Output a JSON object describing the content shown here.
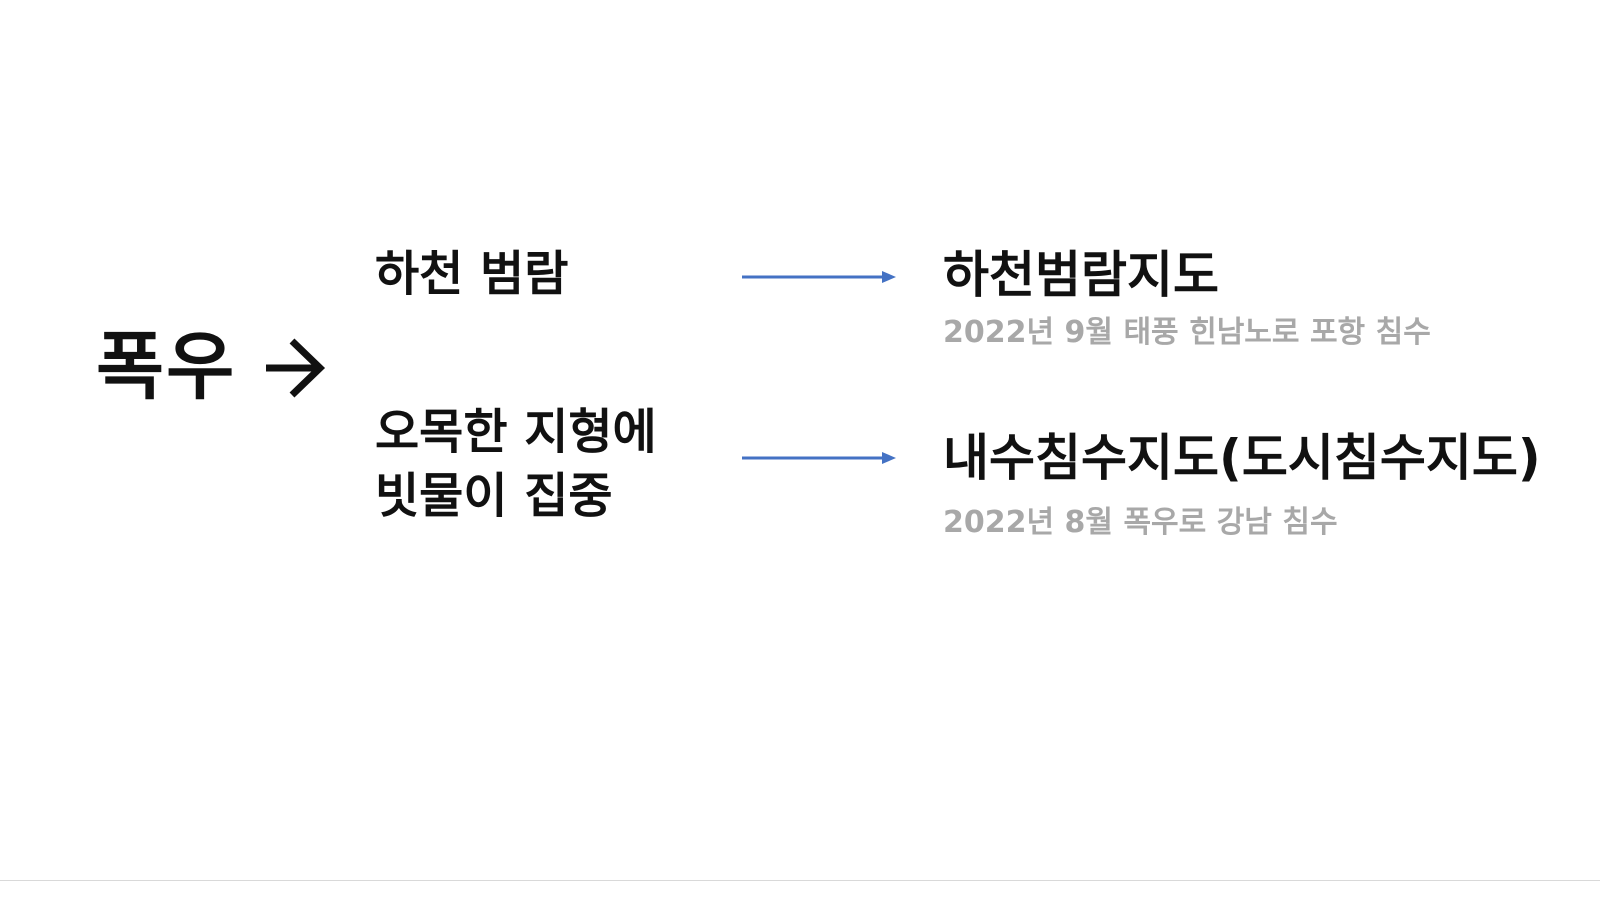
{
  "cause": {
    "label": "폭우"
  },
  "branches": [
    {
      "lines": [
        "하천 범람"
      ],
      "result_title": "하천범람지도",
      "result_note": "2022년 9월 태풍 힌남노로 포항 침수"
    },
    {
      "lines": [
        "오목한 지형에",
        "빗물이 집중"
      ],
      "result_title": "내수침수지도(도시침수지도)",
      "result_note": "2022년 8월 폭우로 강남 침수"
    }
  ],
  "colors": {
    "text": "#111111",
    "note": "#a8a8a8",
    "connector": "#4472c4",
    "background": "#ffffff"
  },
  "icons": {
    "cause_arrow": "arrow-right-icon",
    "connector": "arrow-right-icon"
  }
}
